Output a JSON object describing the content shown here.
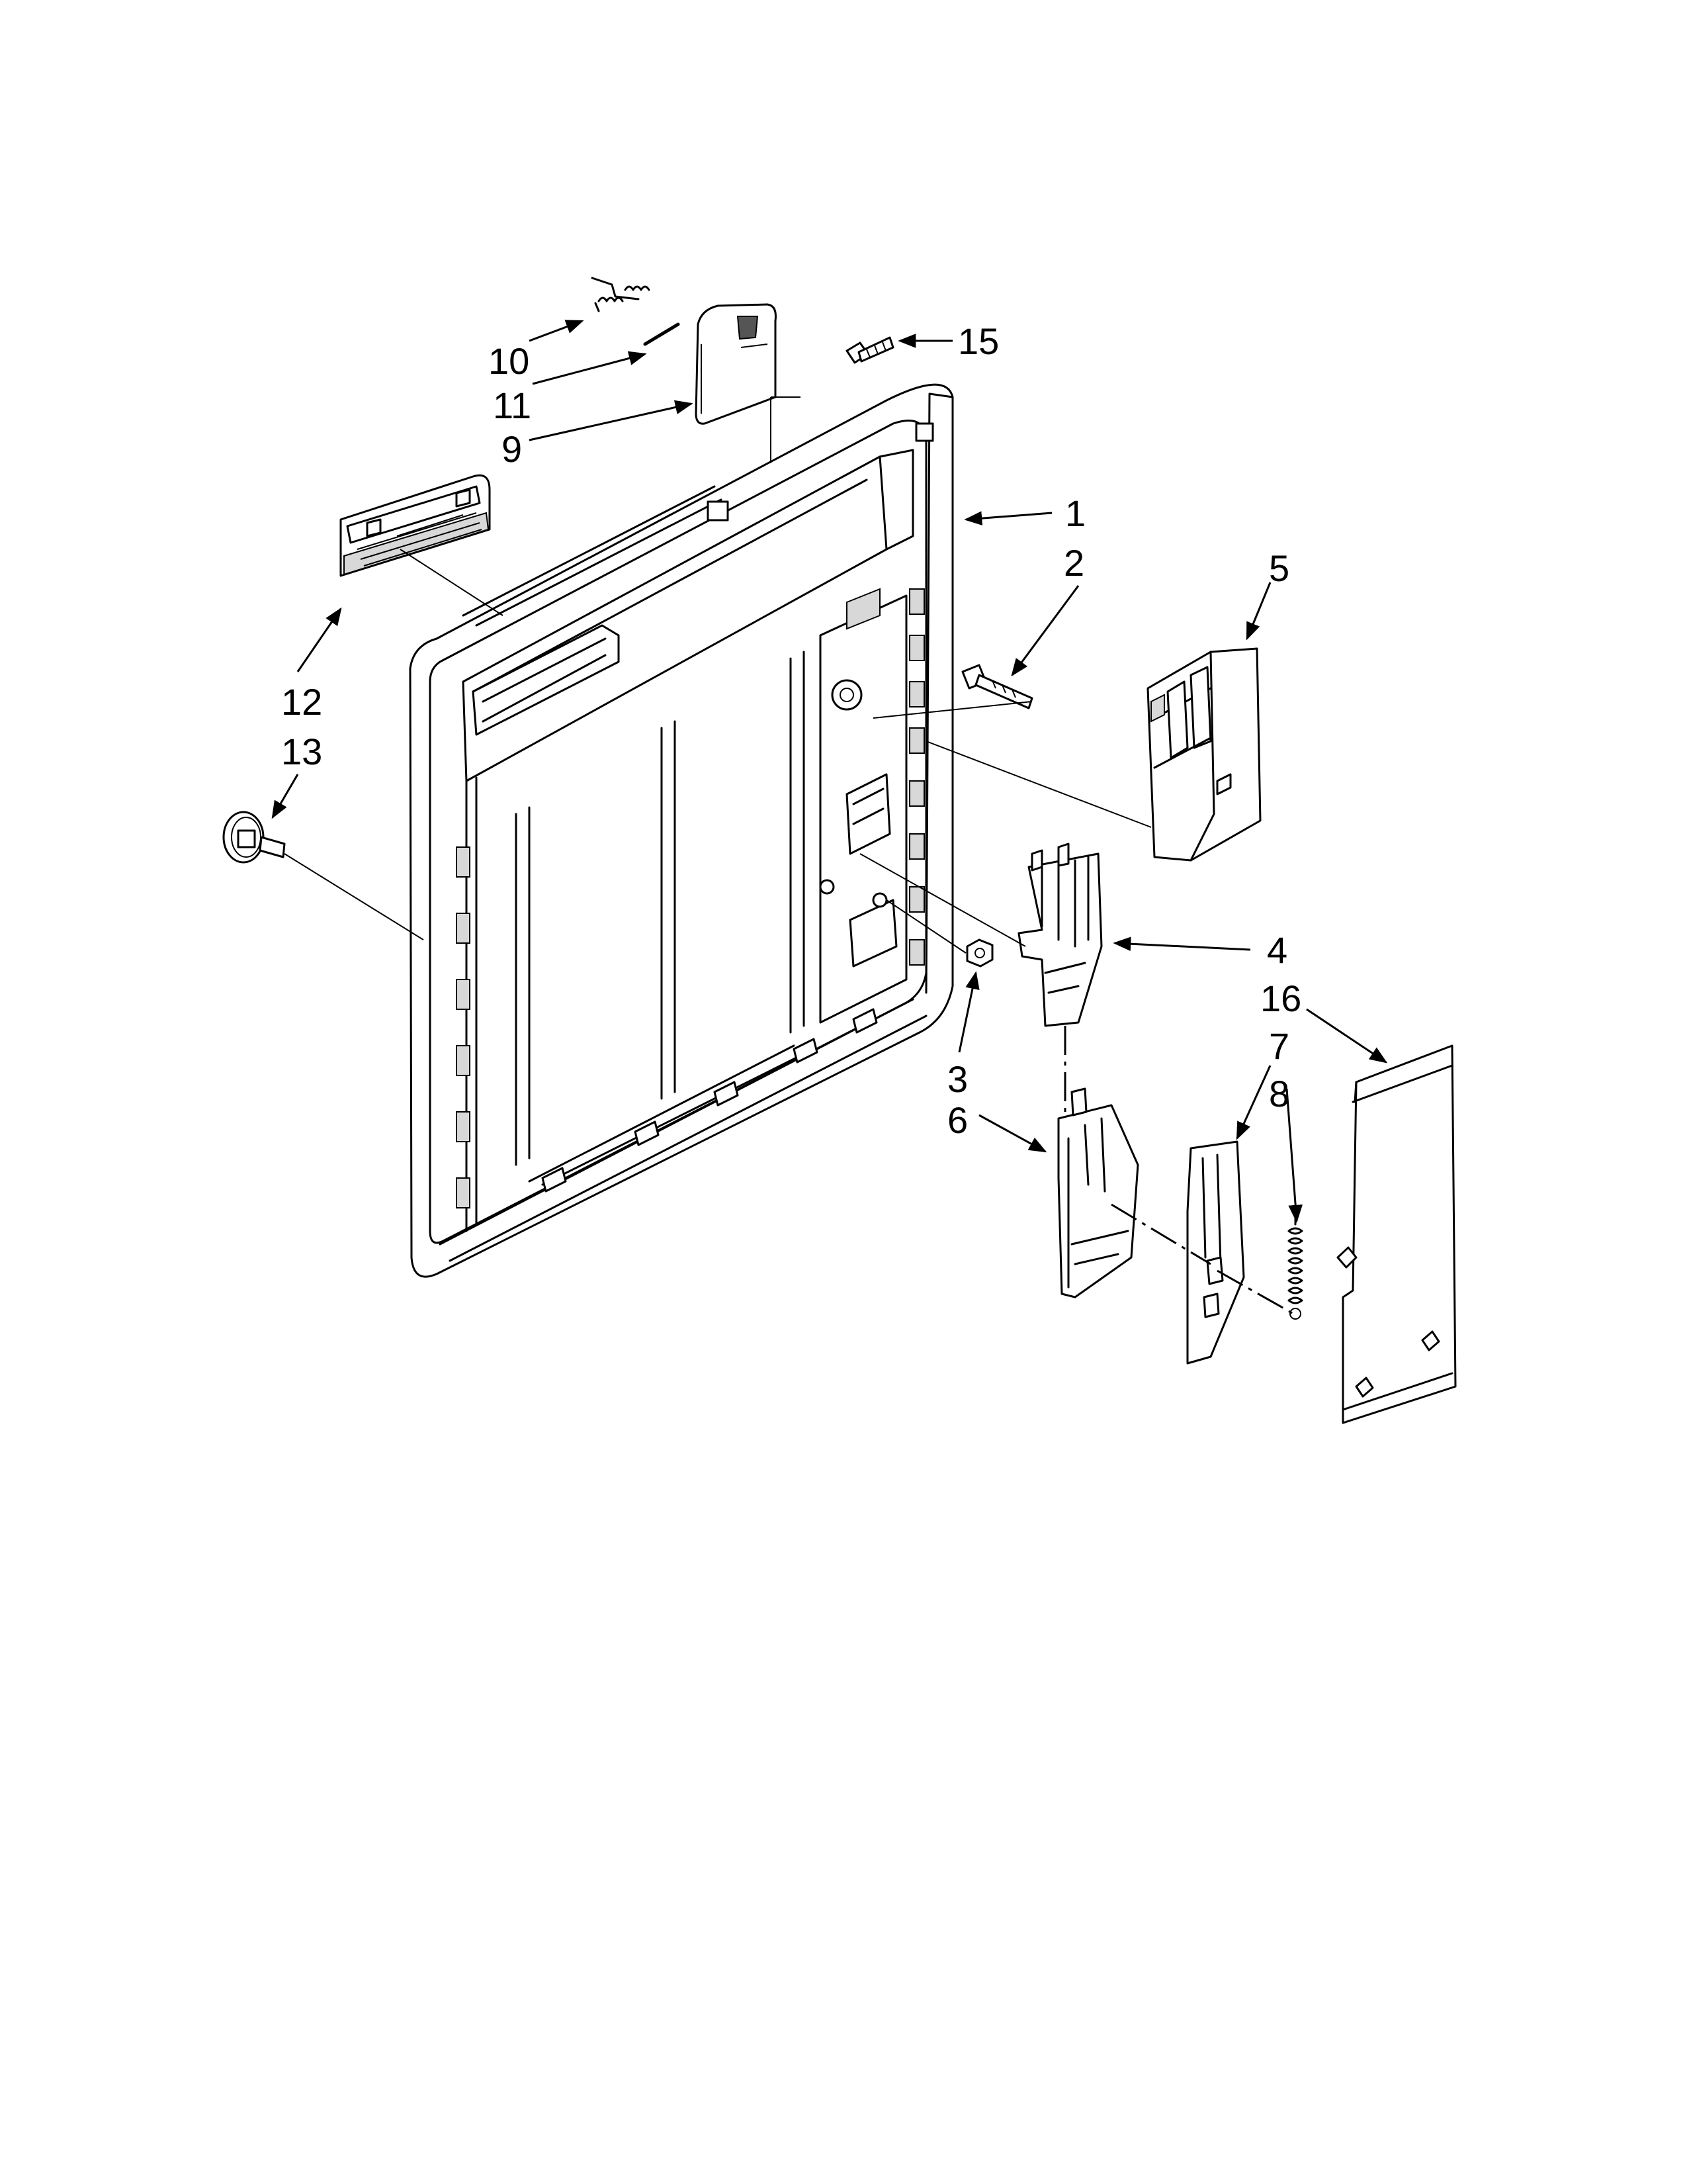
{
  "part_labels": {
    "p1": "1",
    "p2": "2",
    "p3": "3",
    "p4": "4",
    "p5": "5",
    "p6": "6",
    "p7": "7",
    "p8": "8",
    "p9": "9",
    "p10": "10",
    "p11": "11",
    "p12": "12",
    "p13": "13",
    "p15": "15",
    "p16": "16"
  },
  "colors": {
    "line": "#000000",
    "background": "#ffffff",
    "shade": "#d8d8d8"
  }
}
